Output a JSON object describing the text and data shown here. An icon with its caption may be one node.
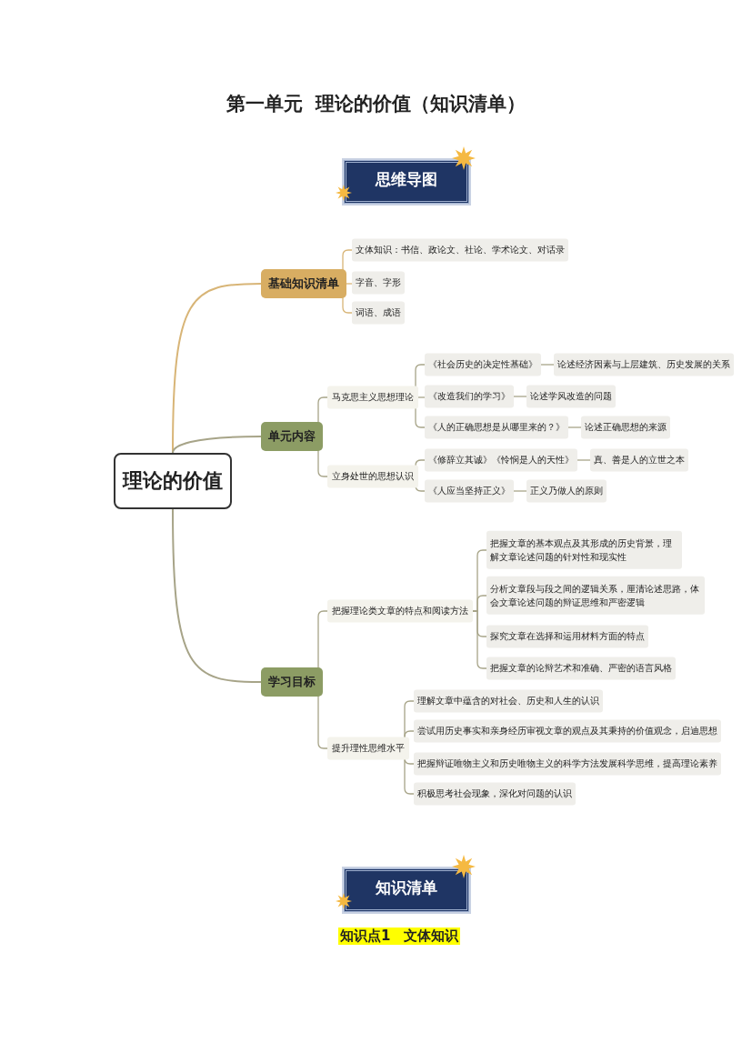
{
  "diagram": {
    "title": "第一单元  理论的价值（知识清单）",
    "nodes": [
      {
        "text": [
          "理论的价值"
        ]
      },
      {
        "text": [
          "基础知识清单"
        ]
      },
      {
        "text": [
          "文体知识：书信、政论文、社论、学术论文、对话录"
        ]
      },
      {
        "text": [
          "字音、字形"
        ]
      },
      {
        "text": [
          "词语、成语"
        ]
      },
      {
        "text": [
          "单元内容"
        ]
      },
      {
        "text": [
          "马克思主义思想理论"
        ]
      },
      {
        "text": [
          "《社会历史的决定性基础》"
        ]
      },
      {
        "text": [
          "论述经济因素与上层建筑、历史发展的关系"
        ]
      },
      {
        "text": [
          "《改造我们的学习》"
        ]
      },
      {
        "text": [
          "论述学风改造的问题"
        ]
      },
      {
        "text": [
          "《人的正确思想是从哪里来的？》"
        ]
      },
      {
        "text": [
          "论述正确思想的来源"
        ]
      },
      {
        "text": [
          "立身处世的思想认识"
        ]
      },
      {
        "text": [
          "《修辞立其诚》《怜悯是人的天性》"
        ]
      },
      {
        "text": [
          "真、善是人的立世之本"
        ]
      },
      {
        "text": [
          "《人应当坚持正义》"
        ]
      },
      {
        "text": [
          "正义乃做人的原则"
        ]
      },
      {
        "text": [
          "学习目标"
        ]
      },
      {
        "text": [
          "把握理论类文章的特点和阅读方法"
        ]
      },
      {
        "text": [
          "把握文章的基本观点及其形成的历史背景，理解文章论述问题的针对性和现实性"
        ]
      },
      {
        "text": [
          "分析文章段与段之间的逻辑关系，厘清论述思路，体会文章论述问题的辩证思维和严密逻辑"
        ]
      },
      {
        "text": [
          "探究文章在选择和运用材料方面的特点"
        ]
      },
      {
        "text": [
          "把握文章的论辩艺术和准确、严密的语言风格"
        ]
      },
      {
        "text": [
          "提升理性思维水平"
        ]
      },
      {
        "text": [
          "理解文章中蕴含的对社会、历史和人生的认识"
        ]
      },
      {
        "text": [
          "尝试用历史事实和亲身经历审视文章的观点及其秉持的价值观念，启迪思想"
        ]
      },
      {
        "text": [
          "把握辩证唯物主义和历史唯物主义的科学方法发展科学思维，提高理论素养"
        ]
      },
      {
        "text": [
          "积极思考社会现象，深化对问题的认识"
        ]
      }
    ],
    "edges": [
      {
        "from": 0,
        "to": 1,
        "arrow": "none",
        "color": "#d8b577"
      },
      {
        "from": 0,
        "to": 5,
        "arrow": "none"
      },
      {
        "from": 0,
        "to": 18,
        "arrow": "none"
      },
      {
        "from": 1,
        "to": 2,
        "arrow": "none",
        "color": "#d8b577"
      },
      {
        "from": 1,
        "to": 3,
        "arrow": "none",
        "color": "#d8b577"
      },
      {
        "from": 1,
        "to": 4,
        "arrow": "none",
        "color": "#d8b577"
      },
      {
        "from": 5,
        "to": 6,
        "arrow": "none"
      },
      {
        "from": 5,
        "to": 13,
        "arrow": "none"
      },
      {
        "from": 6,
        "to": 7,
        "arrow": "none"
      },
      {
        "from": 6,
        "to": 9,
        "arrow": "none"
      },
      {
        "from": 6,
        "to": 11,
        "arrow": "none"
      },
      {
        "from": 7,
        "to": 8,
        "arrow": "none"
      },
      {
        "from": 9,
        "to": 10,
        "arrow": "none"
      },
      {
        "from": 11,
        "to": 12,
        "arrow": "none"
      },
      {
        "from": 13,
        "to": 14,
        "arrow": "none"
      },
      {
        "from": 13,
        "to": 16,
        "arrow": "none"
      },
      {
        "from": 14,
        "to": 15,
        "arrow": "none"
      },
      {
        "from": 16,
        "to": 17,
        "arrow": "none"
      },
      {
        "from": 18,
        "to": 19,
        "arrow": "none"
      },
      {
        "from": 18,
        "to": 24,
        "arrow": "none"
      },
      {
        "from": 19,
        "to": 20,
        "arrow": "none"
      },
      {
        "from": 19,
        "to": 21,
        "arrow": "none"
      },
      {
        "from": 19,
        "to": 22,
        "arrow": "none"
      },
      {
        "from": 19,
        "to": 23,
        "arrow": "none"
      },
      {
        "from": 24,
        "to": 25,
        "arrow": "none"
      },
      {
        "from": 24,
        "to": 26,
        "arrow": "none"
      },
      {
        "from": 24,
        "to": 27,
        "arrow": "none"
      },
      {
        "from": 24,
        "to": 28,
        "arrow": "none"
      }
    ],
    "labels": [
      "思维导图",
      "知识清单",
      "知识点1　文体知识"
    ]
  }
}
